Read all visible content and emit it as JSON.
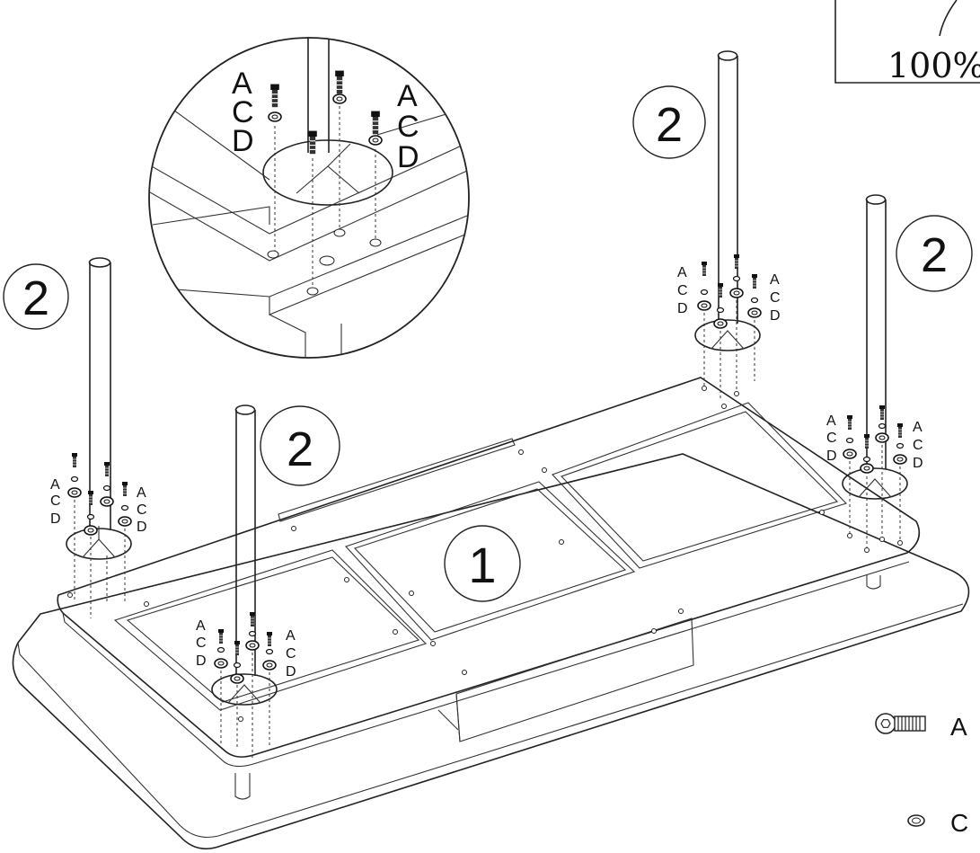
{
  "zoom_label": "100%",
  "steps": {
    "top": "1",
    "leg": "2"
  },
  "hardware": {
    "screw": "A",
    "washer_small": "C",
    "washer_large": "D"
  },
  "legend": {
    "screw": "A",
    "ring": "C"
  },
  "colors": {
    "ink": "#222222",
    "background": "#ffffff"
  }
}
